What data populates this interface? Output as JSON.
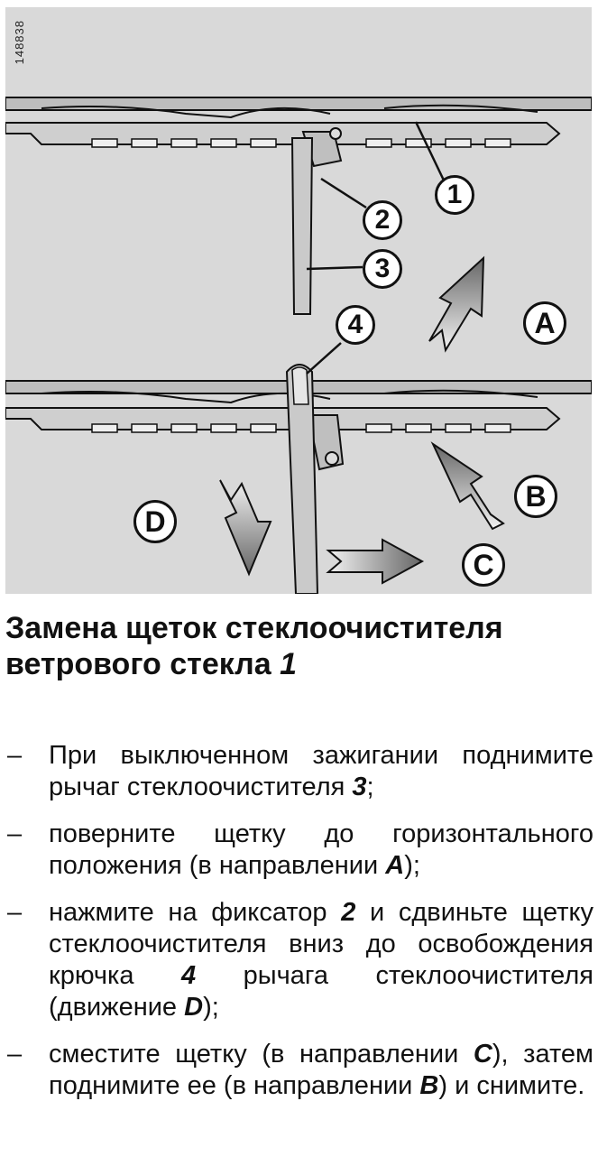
{
  "figure": {
    "ref_code": "148838",
    "callouts": {
      "c1": "1",
      "c2": "2",
      "c3": "3",
      "c4": "4",
      "cA": "A",
      "cB": "B",
      "cC": "C",
      "cD": "D"
    },
    "colors": {
      "background": "#d9d9d9",
      "blade": "#c4c4c4",
      "outline": "#111111",
      "arrow_light": "#efefef",
      "arrow_dark": "#6a6a6a"
    }
  },
  "heading": {
    "text": "Замена щеток стеклоочистителя ветрового стекла",
    "ref": "1"
  },
  "steps": [
    {
      "dash": "–",
      "parts": [
        {
          "t": "При выключенном зажигании поднимите рычаг стеклоочистителя "
        },
        {
          "b": "3"
        },
        {
          "t": ";"
        }
      ]
    },
    {
      "dash": "–",
      "parts": [
        {
          "t": "поверните щетку до горизонтального положения (в направлении "
        },
        {
          "b": "A"
        },
        {
          "t": ");"
        }
      ]
    },
    {
      "dash": "–",
      "parts": [
        {
          "t": "нажмите на фиксатор "
        },
        {
          "b": "2"
        },
        {
          "t": " и сдвиньте щетку стеклоочистителя вниз до освобождения крючка "
        },
        {
          "b": "4"
        },
        {
          "t": " рычага стеклоочистителя (движение "
        },
        {
          "b": "D"
        },
        {
          "t": ");"
        }
      ]
    },
    {
      "dash": "–",
      "parts": [
        {
          "t": "сместите щетку (в направлении "
        },
        {
          "b": "C"
        },
        {
          "t": "), затем поднимите ее (в направлении "
        },
        {
          "b": "B"
        },
        {
          "t": ") и снимите."
        }
      ]
    }
  ]
}
